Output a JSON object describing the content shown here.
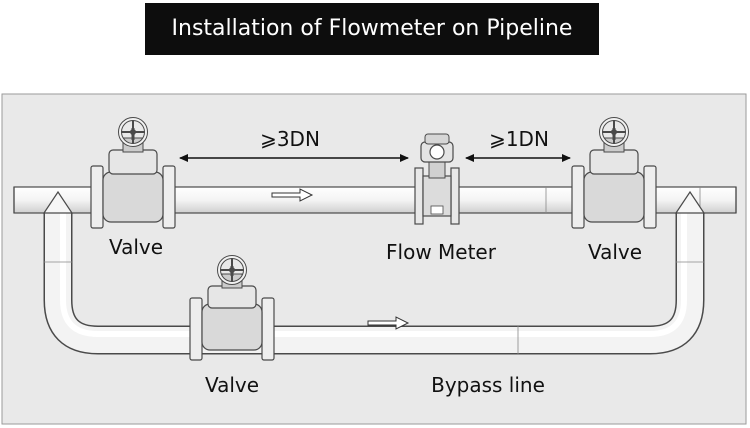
{
  "title": "Installation of Flowmeter on Pipeline",
  "labels": {
    "upstream_distance": "⩾3DN",
    "downstream_distance": "⩾1DN",
    "valve_left": "Valve",
    "flow_meter": "Flow Meter",
    "valve_right": "Valve",
    "valve_bypass": "Valve",
    "bypass_line": "Bypass line"
  },
  "colors": {
    "background_panel": "#e9e9e9",
    "pipe_fill": "#f7f7f7",
    "line": "#4a4a4a",
    "title_bg": "#0d0d0d"
  }
}
